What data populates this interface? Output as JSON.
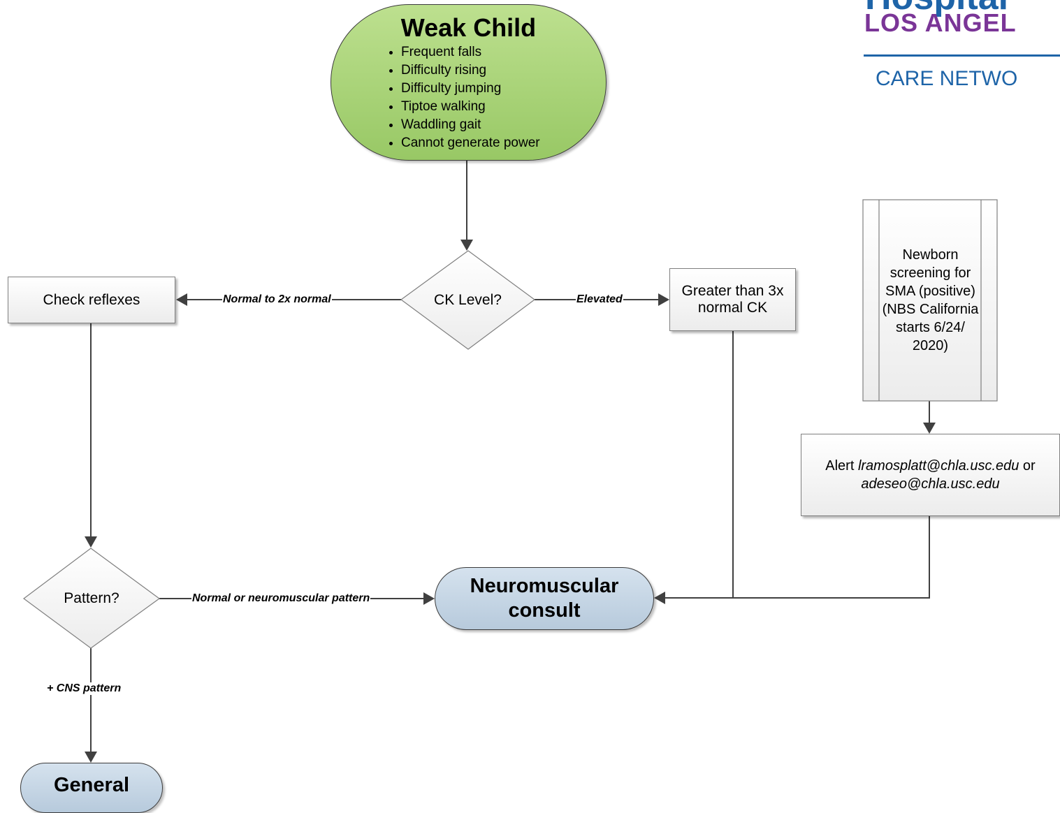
{
  "logo": {
    "line1": "Hospital",
    "line2": "LOS ANGEL",
    "line3": "CARE NETWO"
  },
  "start": {
    "title": "Weak Child",
    "items": [
      "Frequent falls",
      "Difficulty rising",
      "Difficulty jumping",
      "Tiptoe walking",
      "Waddling gait",
      "Cannot generate power"
    ]
  },
  "nodes": {
    "ck_level": "CK Level?",
    "check_reflexes": "Check reflexes",
    "greater_ck": "Greater than 3x normal CK",
    "newborn": "Newborn screening for SMA (positive) (NBS California starts 6/24/ 2020)",
    "alert": {
      "prefix": "Alert ",
      "email1": "lramosplatt@chla.usc.edu",
      "middle": " or",
      "email2": "adeseo@chla.usc.edu"
    },
    "pattern": "Pattern?",
    "neuromuscular": "Neuromuscular consult",
    "general": "General"
  },
  "edges": {
    "normal_2x": "Normal to 2x normal",
    "elevated": "Elevated",
    "normal_nm_pattern": "Normal or neuromuscular pattern",
    "cns_pattern": "+ CNS pattern"
  },
  "colors": {
    "start_fill": "#a9d47a",
    "terminal_fill": "#c4d5e6",
    "connector": "#404040"
  }
}
